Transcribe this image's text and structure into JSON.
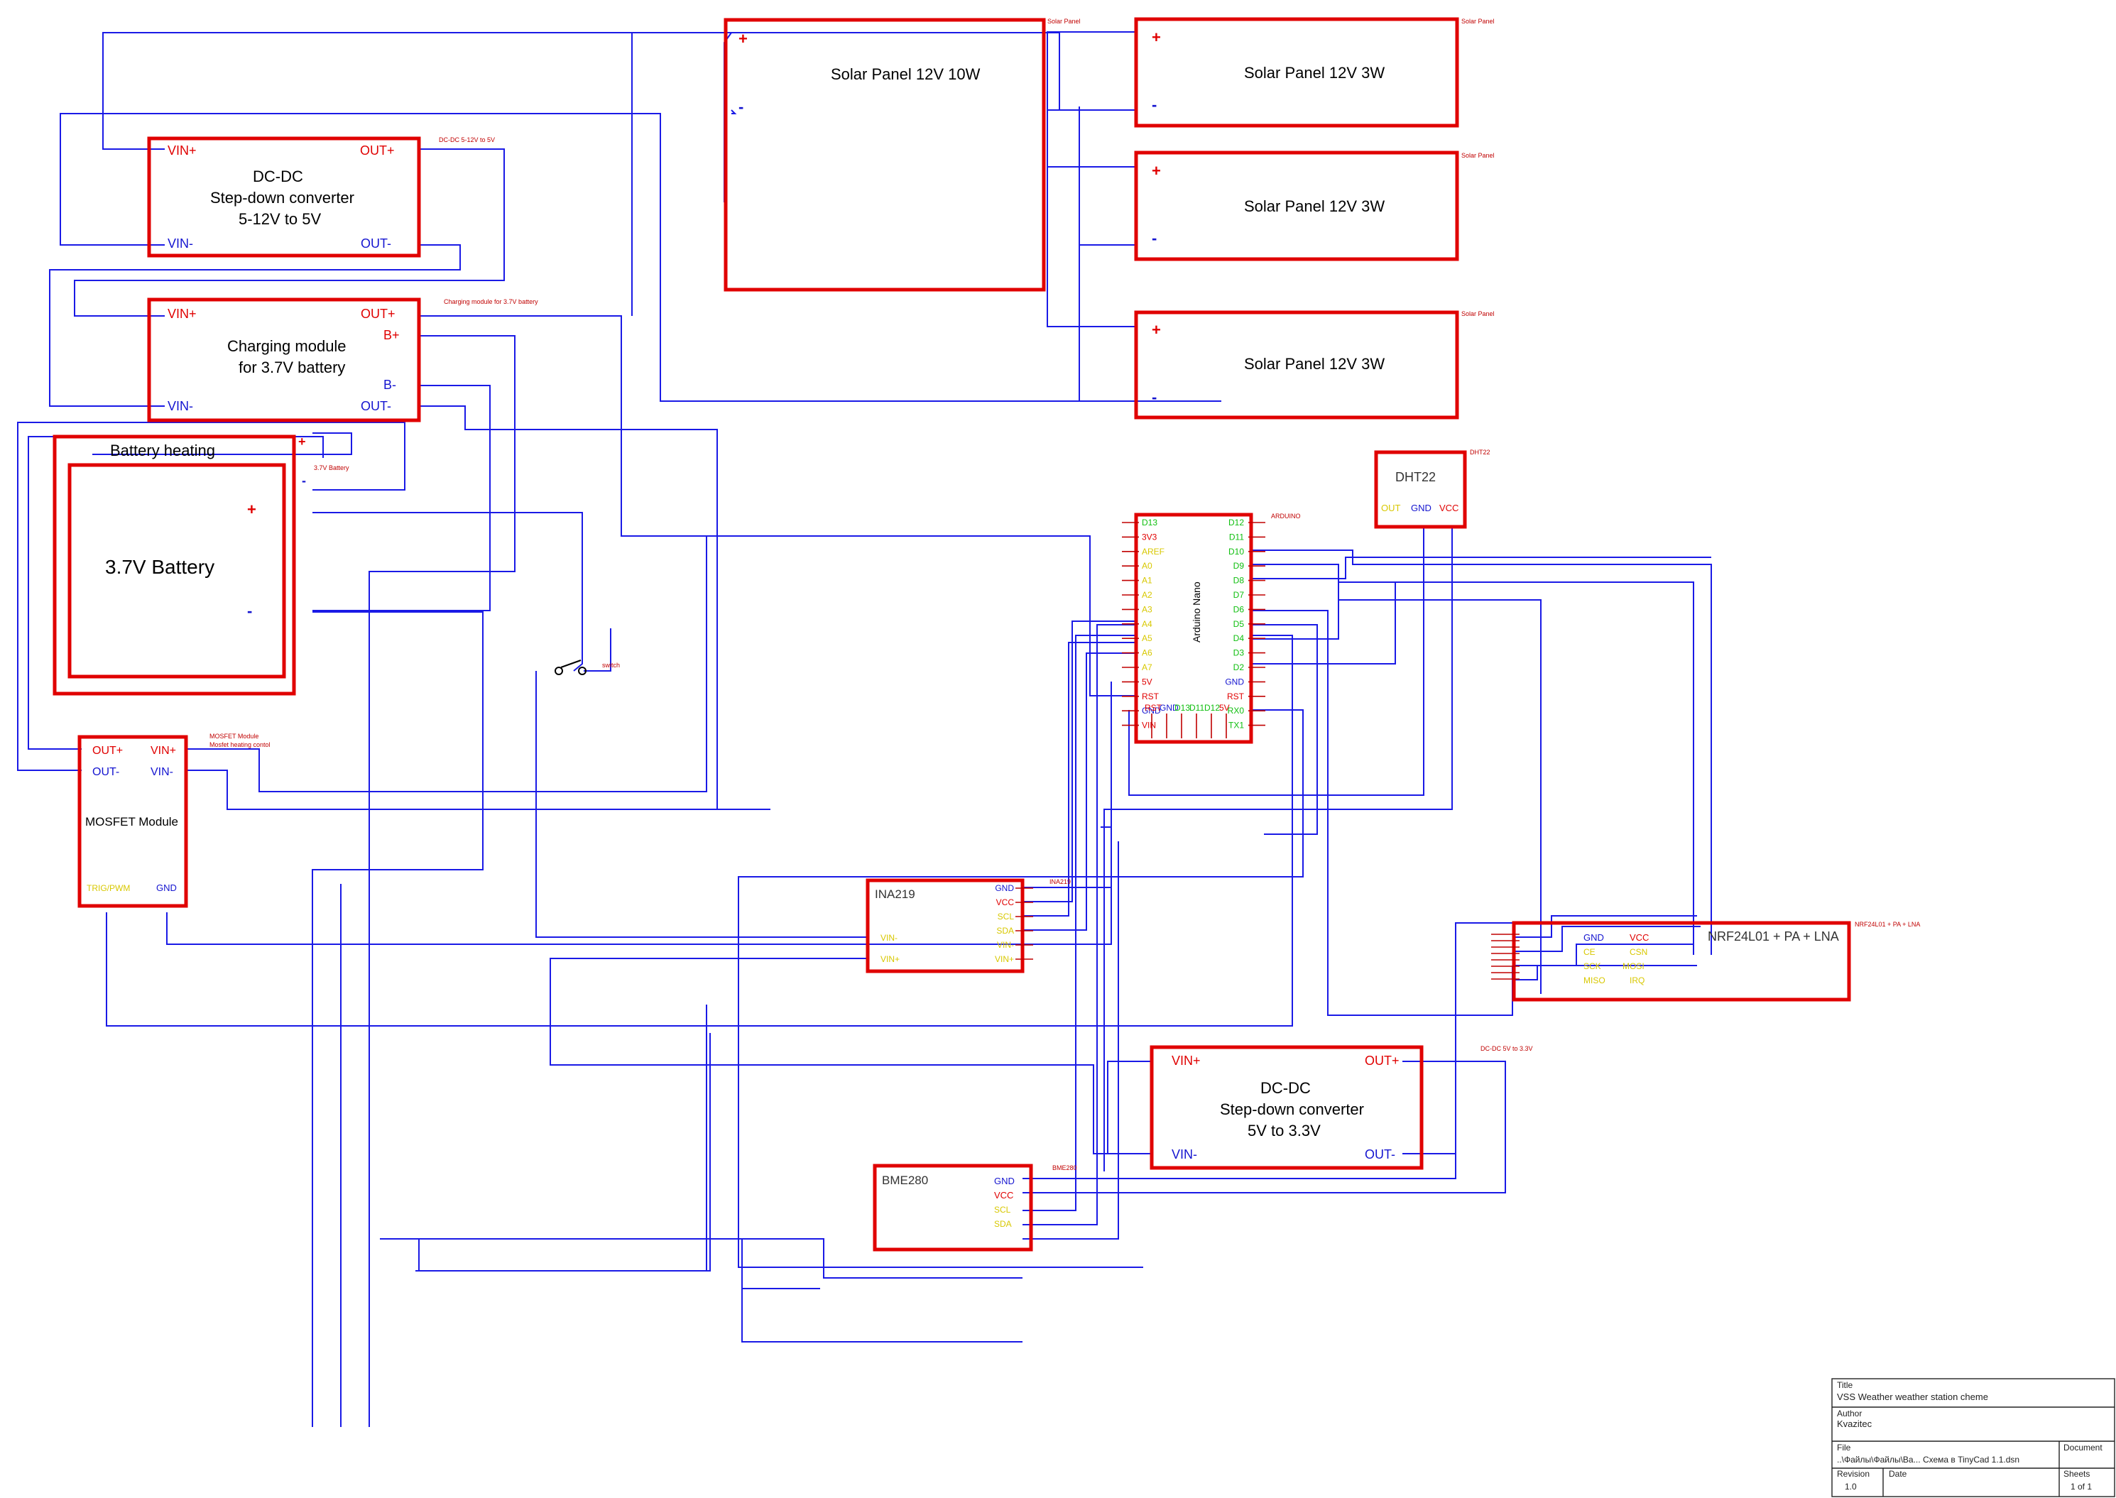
{
  "colors": {
    "box": "#e00000",
    "wire": "#1a1ae6",
    "power_pin": "#e00000",
    "gnd_pin": "#1515d0",
    "digital_pin": "#0fbf0f",
    "signal_pin": "#d8c800",
    "tag": "#c00000"
  },
  "components": {
    "solar10": {
      "tag": "Solar Panel",
      "title": "Solar Panel 12V 10W",
      "plus": "+",
      "minus": "-"
    },
    "solar3a": {
      "tag": "Solar Panel",
      "title": "Solar Panel 12V 3W",
      "plus": "+",
      "minus": "-"
    },
    "solar3b": {
      "tag": "Solar Panel",
      "title": "Solar Panel 12V 3W",
      "plus": "+",
      "minus": "-"
    },
    "solar3c": {
      "tag": "Solar Panel",
      "title": "Solar Panel 12V 3W",
      "plus": "+",
      "minus": "-"
    },
    "dcdc1": {
      "tag": "DC-DC 5-12V to 5V",
      "lines": [
        "DC-DC",
        "Step-down converter",
        "5-12V to 5V"
      ],
      "pins": [
        "VIN+",
        "OUT+",
        "VIN-",
        "OUT-"
      ]
    },
    "charger": {
      "tag": "Charging module for 3.7V battery",
      "lines": [
        "Charging module",
        "for 3.7V battery"
      ],
      "pins": [
        "VIN+",
        "OUT+",
        "B+",
        "B-",
        "VIN-",
        "OUT-"
      ]
    },
    "heating": {
      "title": "Battery heating",
      "tag": "3.7V Battery",
      "plus": "+",
      "minus": "-"
    },
    "battery": {
      "title": "3.7V Battery",
      "plus": "+",
      "minus": "-"
    },
    "mosfet": {
      "tag1": "MOSFET Module",
      "tag2": "Mosfet heating contol",
      "title": "MOSFET Module",
      "pins": [
        "OUT+",
        "VIN+",
        "OUT-",
        "VIN-",
        "TRIG/PWM",
        "GND"
      ]
    },
    "switch": {
      "tag": "switch"
    },
    "arduino": {
      "tag": "ARDUINO",
      "title": "Arduino Nano",
      "left_pins": [
        "D13",
        "3V3",
        "AREF",
        "A0",
        "A1",
        "A2",
        "A3",
        "A4",
        "A5",
        "A6",
        "A7",
        "5V",
        "RST",
        "GND",
        "VIN"
      ],
      "right_pins": [
        "D12",
        "D11",
        "D10",
        "D9",
        "D8",
        "D7",
        "D6",
        "D5",
        "D4",
        "D3",
        "D2",
        "GND",
        "RST",
        "RX0",
        "TX1"
      ],
      "bottom_pins": [
        "RST",
        "GND",
        "D13",
        "D11",
        "D12",
        "5V"
      ]
    },
    "dht22": {
      "tag": "DHT22",
      "title": "DHT22",
      "pins": [
        "OUT",
        "GND",
        "VCC"
      ]
    },
    "ina219": {
      "tag": "INA219",
      "title": "INA219",
      "right_pins": [
        "GND",
        "VCC",
        "SCL",
        "SDA",
        "VIN-",
        "VIN+"
      ],
      "left_pins": [
        "VIN-",
        "VIN+"
      ]
    },
    "nrf": {
      "tag": "NRF24L01 + PA + LNA",
      "title": "NRF24L01 + PA + LNA",
      "pins": [
        "GND",
        "VCC",
        "CE",
        "CSN",
        "SCK",
        "MOSI",
        "MISO",
        "IRQ"
      ]
    },
    "dcdc2": {
      "tag": "DC-DC 5V to 3.3V",
      "lines": [
        "DC-DC",
        "Step-down converter",
        "5V to 3.3V"
      ],
      "pins": [
        "VIN+",
        "OUT+",
        "VIN-",
        "OUT-"
      ]
    },
    "bme280": {
      "tag": "BME280",
      "title": "BME280",
      "pins": [
        "GND",
        "VCC",
        "SCL",
        "SDA"
      ]
    }
  },
  "title_block": {
    "title_label": "Title",
    "title": "VSS Weather weather station cheme",
    "author_label": "Author",
    "author": "Kvazitec",
    "file_label": "File",
    "file": "..\\Файлы\\Файлы\\Ва... Схема в TinyCad 1.1.dsn",
    "document_label": "Document",
    "revision_label": "Revision",
    "revision": "1.0",
    "date_label": "Date",
    "sheets_label": "Sheets",
    "sheets": "1 of 1"
  }
}
